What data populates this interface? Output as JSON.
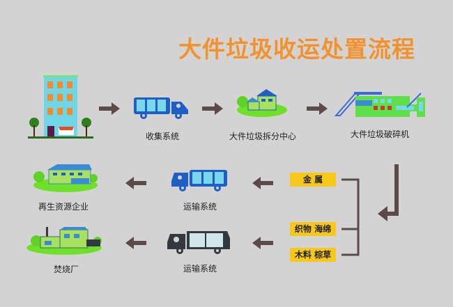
{
  "title": "大件垃圾收运处置流程",
  "colors": {
    "accent": "#f2922e",
    "arrow": "#5a4a4a",
    "tag": "#f7c81a",
    "truck_blue": "#1f5fc4",
    "truck_dark": "#33393e",
    "grass": "#6ee02a",
    "background": "#d3d3d3"
  },
  "top_row": [
    {
      "icon": "building-icon",
      "label": ""
    },
    {
      "icon": "truck-icon",
      "label": "收集系统"
    },
    {
      "icon": "house-icon",
      "label": "大件垃圾拆分中心"
    },
    {
      "icon": "machine-icon",
      "label": "大件垃圾破碎机"
    }
  ],
  "materials": [
    "金 属",
    "织物 海绵",
    "木料 棕草"
  ],
  "middle_row": [
    {
      "icon": "factory-icon",
      "label": "再生资源企业"
    },
    {
      "icon": "truck-icon",
      "label": "运输系统"
    }
  ],
  "bottom_row": [
    {
      "icon": "incinerator-icon",
      "label": "焚烧厂"
    },
    {
      "icon": "truck-icon",
      "label": "运输系统"
    }
  ]
}
